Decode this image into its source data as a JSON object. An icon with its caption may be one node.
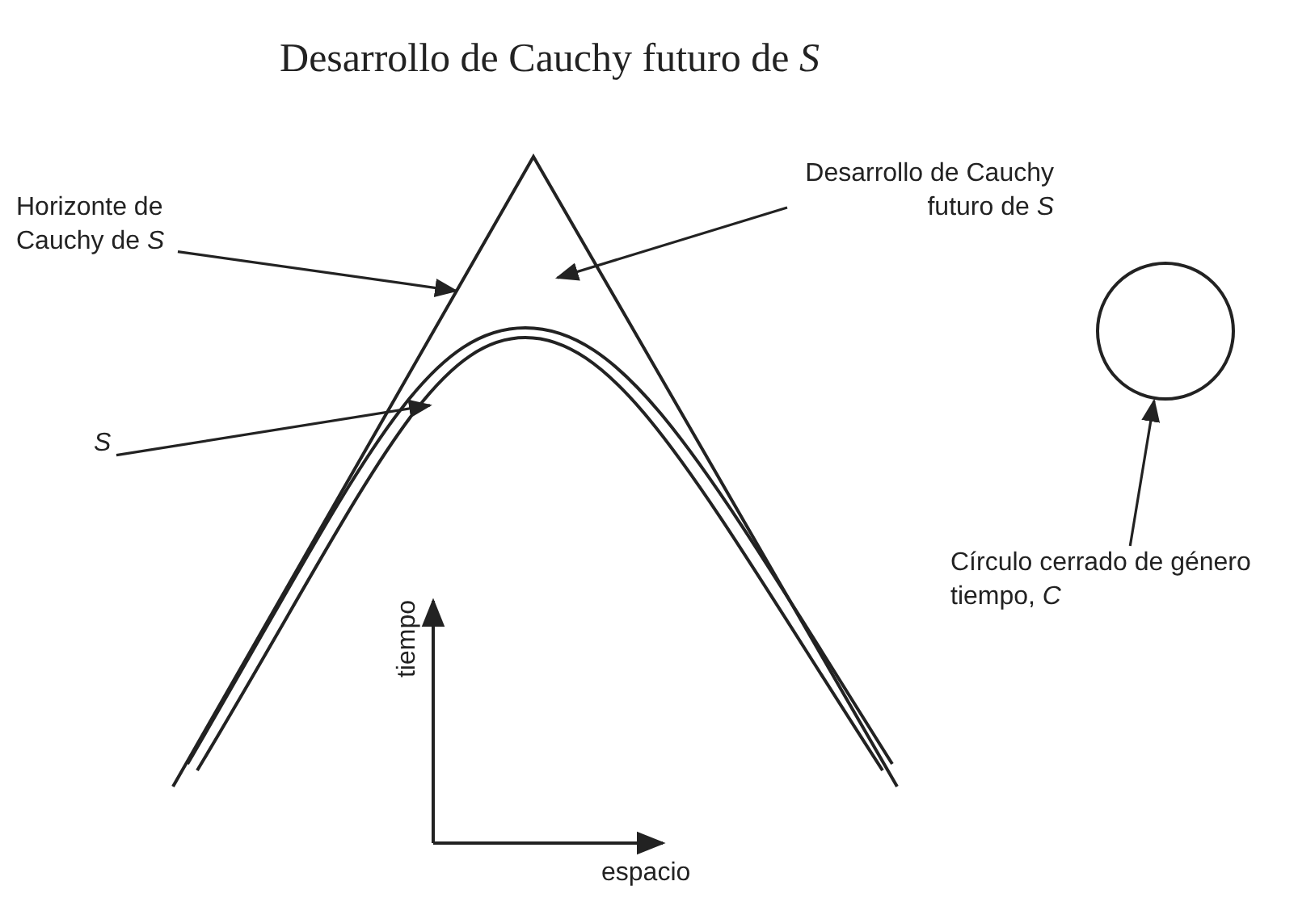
{
  "diagram": {
    "title": "Desarrollo de Cauchy futuro de *S*",
    "nodes": [
      {
        "text": [
          "Horizonte de Cauchy de *S*"
        ]
      },
      {
        "text": [],
        "shape": "line"
      },
      {
        "text": [
          "Desarrollo de Cauchy futuro de *S*"
        ]
      },
      {
        "text": [
          "S"
        ]
      },
      {
        "text": [],
        "shape": "curve",
        "in": 1
      },
      {
        "text": [
          "Círculo cerrado de género tiempo, *C*"
        ]
      },
      {
        "text": [],
        "shape": "circle"
      }
    ],
    "edges": [
      {
        "from": 0,
        "to": 1,
        "arrow": "to"
      },
      {
        "from": 2,
        "to": 1,
        "arrow": "to"
      },
      {
        "from": 3,
        "to": 4,
        "arrow": "to"
      },
      {
        "from": 5,
        "to": 6,
        "arrow": "to"
      }
    ],
    "labels": [
      "tiempo",
      "espacio"
    ]
  }
}
